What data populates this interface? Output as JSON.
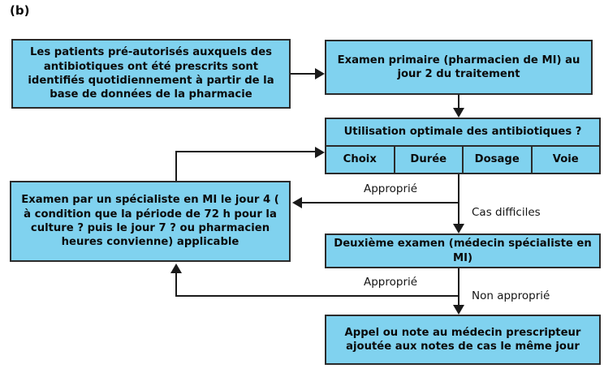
{
  "figure": {
    "panel_label": "(b)",
    "box_fill_color": "#80d2ef",
    "box_border_color": "#2b2b2b",
    "connector_color": "#1a1a1a"
  },
  "nodes": {
    "pharmacy_identification": "Les patients pré-autorisés auxquels des antibiotiques ont été prescrits sont identifiés quotidiennement à partir de la base de données de la pharmacie",
    "primary_review": "Examen primaire (pharmacien de MI) au jour 2 du traitement",
    "optimal_use": "Utilisation optimale des antibiotiques ?",
    "criteria": [
      {
        "label": "Choix"
      },
      {
        "label": "Durée"
      },
      {
        "label": "Dosage"
      },
      {
        "label": "Voie"
      }
    ],
    "specialist_review": "Examen par un spécialiste en MI le jour 4 ( à condition que la période de 72 h pour la culture ? puis le jour 7 ? ou pharmacien heures convienne) applicable",
    "second_review": "Deuxième examen (médecin spécialiste en MI)",
    "physician_note": "Appel ou note au médecin prescripteur ajoutée aux notes de cas le même jour"
  },
  "edge_labels": {
    "appropriate_upper": "Approprié",
    "difficult_cases": "Cas difficiles",
    "appropriate_lower": "Approprié",
    "not_appropriate": "Non approprié"
  }
}
